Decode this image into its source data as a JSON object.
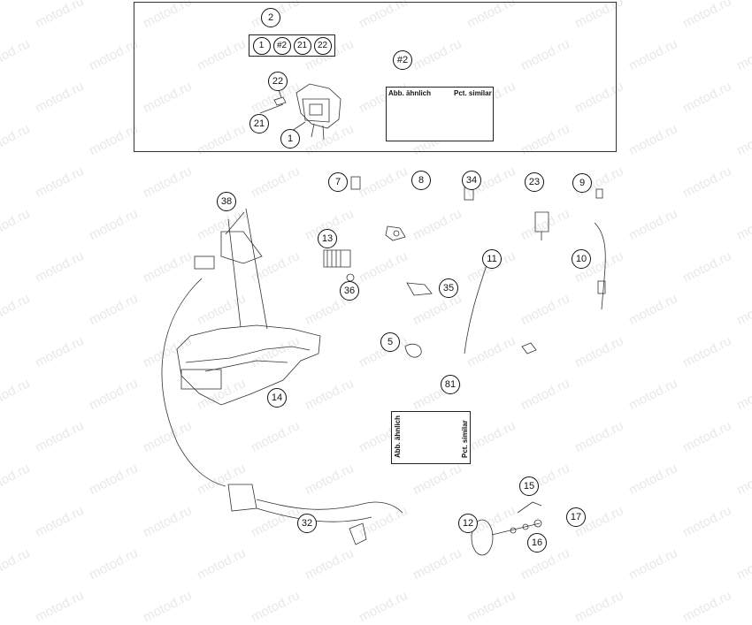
{
  "watermark": "motod.ru",
  "kit": {
    "callout": "2",
    "members": [
      "1",
      "#2",
      "21",
      "22"
    ]
  },
  "similar_panels": [
    {
      "callout": "#2",
      "label_left": "Abb. ähnlich",
      "label_right": "Pct. similar"
    },
    {
      "callout": "81",
      "label_left": "Abb. ähnlich",
      "label_right": "Pct. similar"
    }
  ],
  "callouts": [
    "22",
    "21",
    "1",
    "7",
    "8",
    "34",
    "23",
    "9",
    "38",
    "13",
    "36",
    "11",
    "10",
    "35",
    "5",
    "14",
    "15",
    "12",
    "17",
    "16",
    "32"
  ],
  "colors": {
    "line": "#333333",
    "watermark": "#969696",
    "background": "#ffffff"
  }
}
